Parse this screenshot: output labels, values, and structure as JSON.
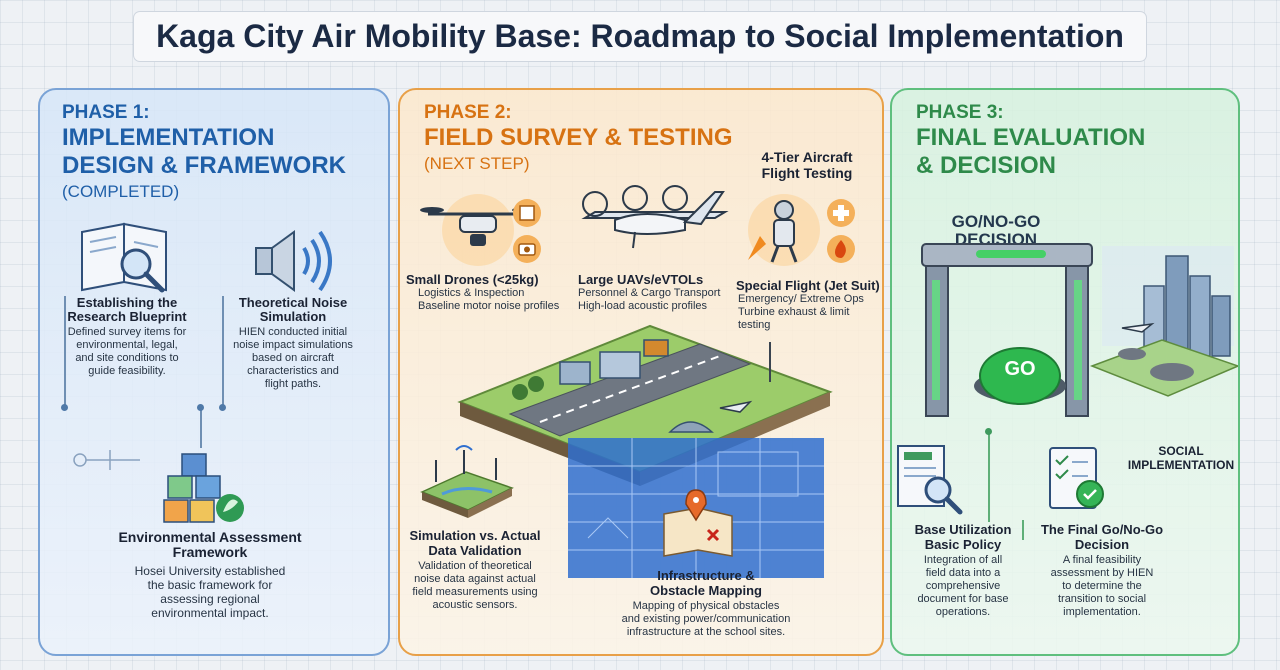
{
  "title": "Kaga City Air Mobility Base: Roadmap to Social Implementation",
  "phase1": {
    "label": "PHASE 1:",
    "heading_line1": "IMPLEMENTATION",
    "heading_line2": "DESIGN & FRAMEWORK",
    "status": "(COMPLETED)",
    "item1": {
      "title_line1": "Establishing the",
      "title_line2": "Research Blueprint",
      "desc": [
        "Defined survey items for",
        "environmental, legal,",
        "and site conditions to",
        "guide feasibility."
      ]
    },
    "item2": {
      "title_line1": "Theoretical Noise",
      "title_line2": "Simulation",
      "desc": [
        "HIEN conducted initial",
        "noise impact simulations",
        "based on aircraft",
        "characteristics and",
        "flight paths."
      ]
    },
    "item3": {
      "title_line1": "Environmental Assessment",
      "title_line2": "Framework",
      "desc": [
        "Hosei University established",
        "the basic framework for",
        "assessing regional",
        "environmental impact."
      ]
    }
  },
  "phase2": {
    "label": "PHASE 2:",
    "heading": "FIELD SURVEY & TESTING",
    "status": "(NEXT STEP)",
    "tier_title_line1": "4-Tier Aircraft",
    "tier_title_line2": "Flight Testing",
    "drones": {
      "title": "Small Drones (<25kg)",
      "desc": [
        "Logistics & Inspection",
        "Baseline motor noise profiles"
      ]
    },
    "uav": {
      "title": "Large UAVs/eVTOLs",
      "desc": [
        "Personnel & Cargo Transport",
        "High-load acoustic profiles"
      ]
    },
    "jetsuit": {
      "title": "Special Flight (Jet Suit)",
      "desc": [
        "Emergency/ Extreme Ops",
        "Turbine exhaust & limit",
        "testing"
      ]
    },
    "validation": {
      "title_line1": "Simulation vs. Actual",
      "title_line2": "Data Validation",
      "desc": [
        "Validation of theoretical",
        "noise data against actual",
        "field measurements using",
        "acoustic sensors."
      ]
    },
    "mapping": {
      "title_line1": "Infrastructure &",
      "title_line2": "Obstacle Mapping",
      "desc": [
        "Mapping of physical obstacles",
        "and existing power/communication",
        "infrastructure at the school sites."
      ]
    }
  },
  "phase3": {
    "label": "PHASE 3:",
    "heading_line1": "FINAL EVALUATION",
    "heading_line2": "& DECISION",
    "gate_line1": "GO/NO-GO",
    "gate_line2": "DECISION",
    "go_button": "GO",
    "social_line1": "SOCIAL",
    "social_line2": "IMPLEMENTATION",
    "policy": {
      "title_line1": "Base Utilization",
      "title_line2": "Basic Policy",
      "desc": [
        "Integration of all",
        "field data into a",
        "comprehensive",
        "document for base",
        "operations."
      ]
    },
    "final": {
      "title_line1": "The Final Go/No-Go",
      "title_line2": "Decision",
      "desc": [
        "A final feasibility",
        "assessment by HIEN",
        "to determine the",
        "transition to social",
        "implementation."
      ]
    }
  },
  "colors": {
    "phase1": "#1f5fa8",
    "phase2": "#d77212",
    "phase3": "#2e8a4a",
    "go_button": "#2eb84f"
  }
}
